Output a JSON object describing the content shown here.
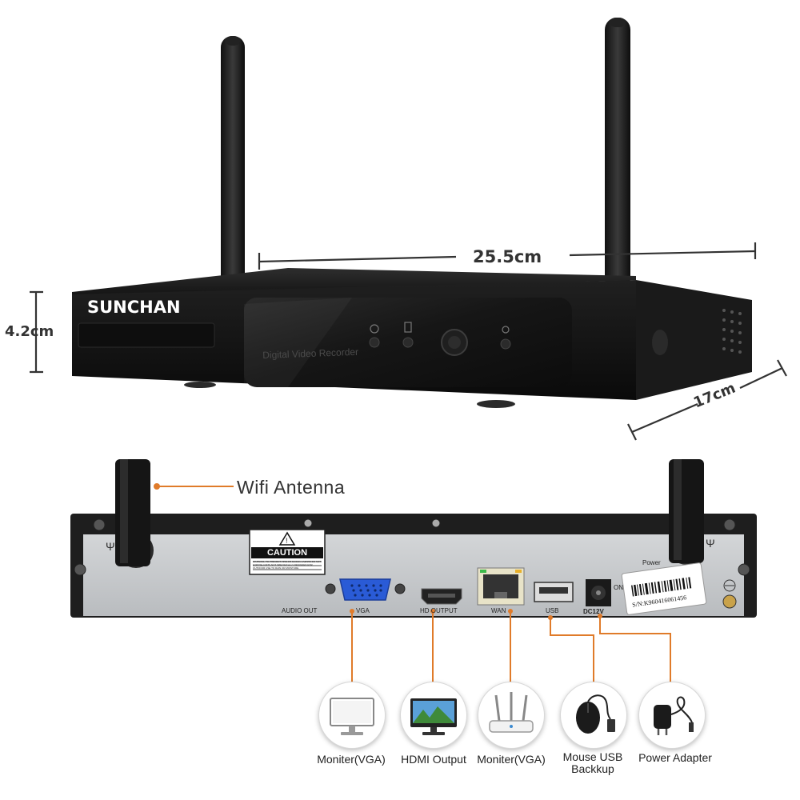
{
  "brand": "SUNCHAN",
  "front_panel_text": "Digital Video Recorder",
  "dimensions": {
    "length": "25.5cm",
    "height": "4.2cm",
    "depth": "17cm"
  },
  "callout": "Wifi Antenna",
  "rear_panel": {
    "caution": "CAUTION",
    "caution_fine": "WARNING: TO PREVENT FIRE OR SHOCK HAZARD DO NOT EXPOSE UNITS NOT SPECIFICALLY DESIGNED FOR OUTDOOR USE TO RAIN OR MOISTURE",
    "ports": {
      "audio": "AUDIO OUT",
      "vga": "VGA",
      "hdmi": "HD OUTPUT",
      "wan": "WAN",
      "usb": "USB",
      "dc": "DC12V"
    },
    "power": "Power",
    "on": "ON",
    "serial": "S/N:K960416061456"
  },
  "connections": [
    {
      "label": "Moniter(VGA)",
      "icon": "monitor-icon"
    },
    {
      "label": "HDMI Output",
      "icon": "hdmi-monitor-icon"
    },
    {
      "label": "Moniter(VGA)",
      "icon": "router-icon"
    },
    {
      "label": "Mouse USB Backkup",
      "icon": "mouse-icon"
    },
    {
      "label": "Power Adapter",
      "icon": "power-adapter-icon"
    }
  ],
  "colors": {
    "accent": "#e07b2a",
    "device": "#1a1a1a",
    "panel": "#c9cbcd"
  }
}
